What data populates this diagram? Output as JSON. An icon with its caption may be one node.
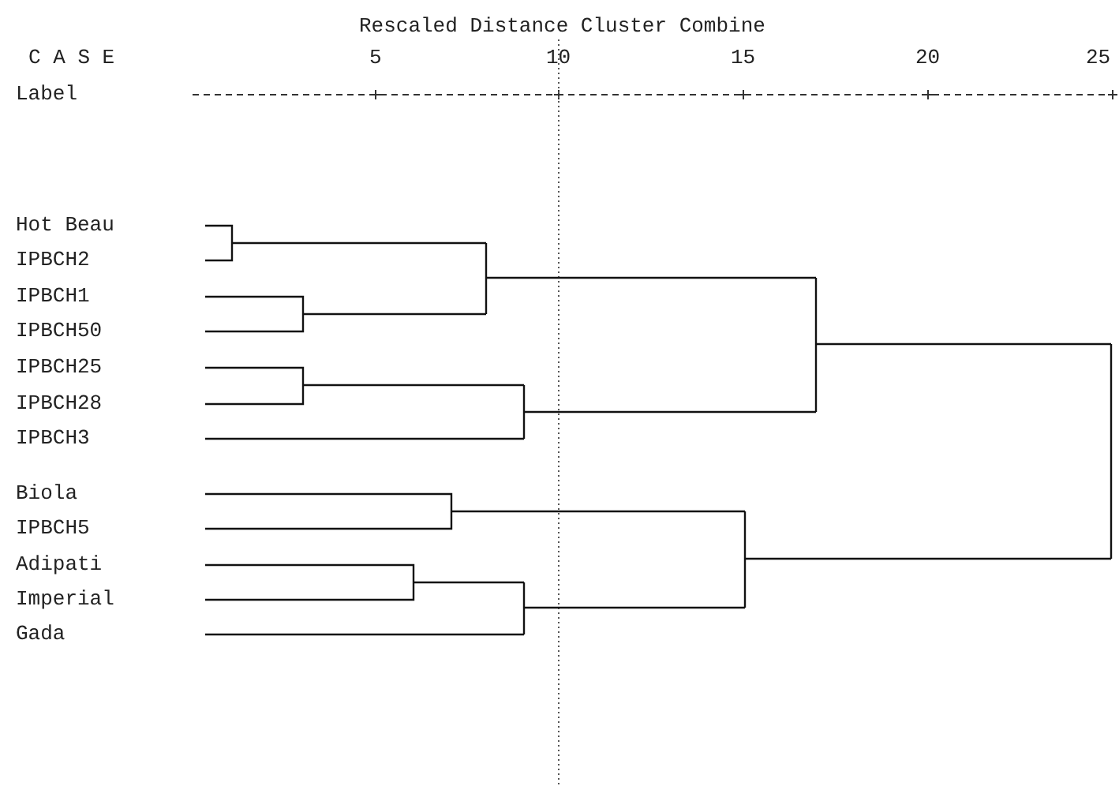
{
  "diagram": {
    "title": "Rescaled Distance Cluster Combine",
    "labels": [
      "C A S E",
      "5",
      "10",
      "15",
      "20",
      "25",
      "Label",
      "Hot Beau",
      "IPBCH2",
      "IPBCH1",
      "IPBCH50",
      "IPBCH25",
      "IPBCH28",
      "IPBCH3",
      "Biola",
      "IPBCH5",
      "Adipati",
      "Imperial",
      "Gada"
    ]
  }
}
